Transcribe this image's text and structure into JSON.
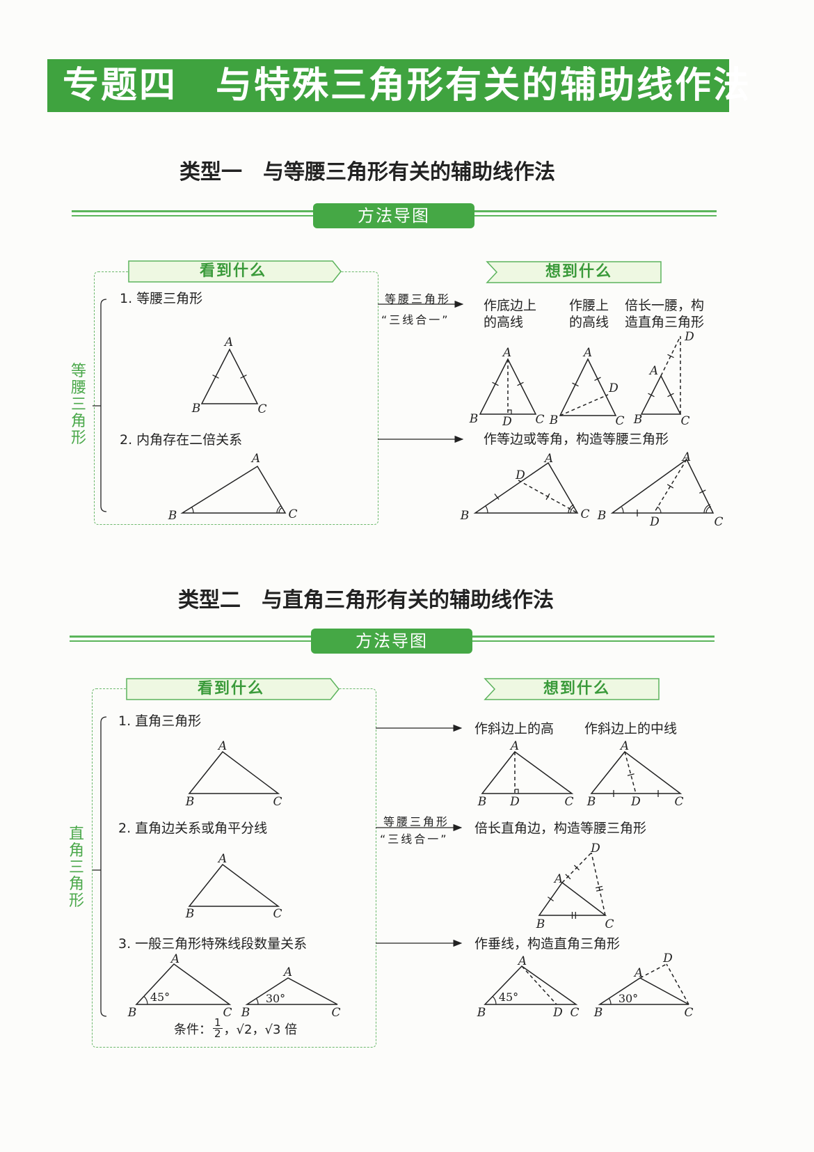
{
  "title": "专题四　与特殊三角形有关的辅助线作法",
  "labels": {
    "A": "A",
    "B": "B",
    "C": "C",
    "D": "D"
  },
  "angles": {
    "a45": "45°",
    "a30": "30°"
  },
  "sections": [
    {
      "heading": "类型一　与等腰三角形有关的辅助线作法",
      "method_label": "方法导图",
      "see_label": "看到什么",
      "think_label": "想到什么",
      "side_label": "等腰三角形",
      "items": [
        {
          "text": "1. 等腰三角形",
          "arrow_top": "等腰三角形",
          "arrow_bottom": "“三线合一”",
          "results": [
            "作底边上\n的高线",
            "作腰上\n的高线",
            "倍长一腰，构\n造直角三角形"
          ]
        },
        {
          "text": "2. 内角存在二倍关系",
          "results": [
            "作等边或等角，构造等腰三角形"
          ]
        }
      ]
    },
    {
      "heading": "类型二　与直角三角形有关的辅助线作法",
      "method_label": "方法导图",
      "see_label": "看到什么",
      "think_label": "想到什么",
      "side_label": "直角三角形",
      "items": [
        {
          "text": "1. 直角三角形",
          "results": [
            "作斜边上的高",
            "作斜边上的中线"
          ]
        },
        {
          "text": "2. 直角边关系或角平分线",
          "arrow_top": "等腰三角形",
          "arrow_bottom": "“三线合一”",
          "results": [
            "倍长直角边，构造等腰三角形"
          ]
        },
        {
          "text": "3. 一般三角形特殊线段数量关系",
          "results": [
            "作垂线，构造直角三角形"
          ],
          "condition": {
            "prefix": "条件：",
            "frac_num": "1",
            "frac_den": "2",
            "rest": "，√2，√3 倍"
          }
        }
      ]
    }
  ],
  "colors": {
    "green": "#3fa33f",
    "tab_fill": "#eef8e2"
  }
}
